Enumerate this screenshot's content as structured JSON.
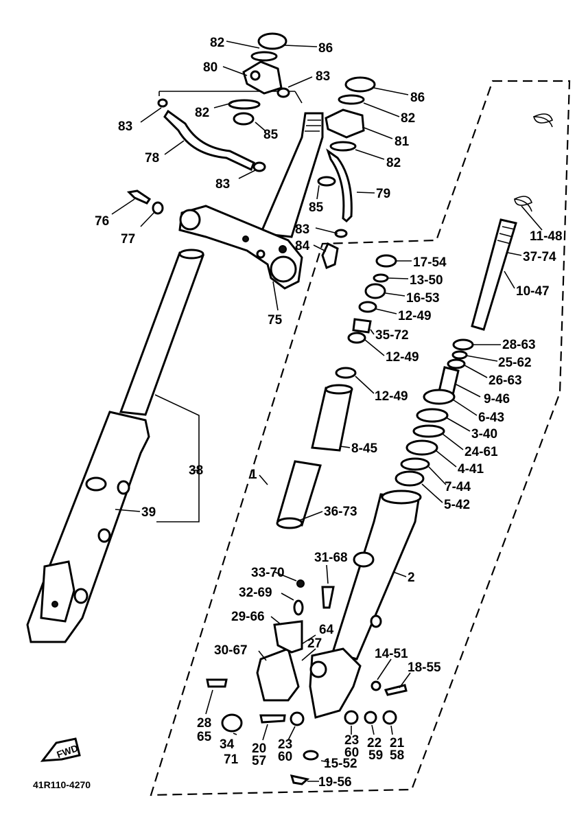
{
  "labels": {
    "l82a": "82",
    "l86a": "86",
    "l80": "80",
    "l83a": "83",
    "l86b": "86",
    "l83b": "83",
    "l82b": "82",
    "l85a": "85",
    "l82c": "82",
    "l81": "81",
    "l78": "78",
    "l82d": "82",
    "l83c": "83",
    "l79": "79",
    "l85b": "85",
    "l76": "76",
    "l77": "77",
    "l83d": "83",
    "l84": "84",
    "l1148": "11-48",
    "l3774": "37-74",
    "l1754": "17-54",
    "l1350": "13-50",
    "l1047": "10-47",
    "l1653": "16-53",
    "l75": "75",
    "l1249a": "12-49",
    "l2863a": "28-63",
    "l3572": "35-72",
    "l2562": "25-62",
    "l1249b": "12-49",
    "l2663": "26-63",
    "l946": "9-46",
    "l1249c": "12-49",
    "l643": "6-43",
    "l340": "3-40",
    "l845": "8-45",
    "l2461": "24-61",
    "l38": "38",
    "l441": "4-41",
    "l1": "1",
    "l744": "7-44",
    "l542": "5-42",
    "l39": "39",
    "l3673": "36-73",
    "l3168": "31-68",
    "l2": "2",
    "l3370": "33-70",
    "l3269": "32-69",
    "l2966": "29-66",
    "l64": "64",
    "l27": "27",
    "l3067": "30-67",
    "l1451": "14-51",
    "l1855": "18-55",
    "l28": "28",
    "l65": "65",
    "l34": "34",
    "l71": "71",
    "l20": "20",
    "l57": "57",
    "l23a": "23",
    "l60a": "60",
    "l23b": "23",
    "l60b": "60",
    "l22": "22",
    "l59": "59",
    "l21": "21",
    "l58": "58",
    "l1552": "15-52",
    "l1956": "19-56",
    "lfwd": "FWD",
    "code": "41R110-4270"
  }
}
